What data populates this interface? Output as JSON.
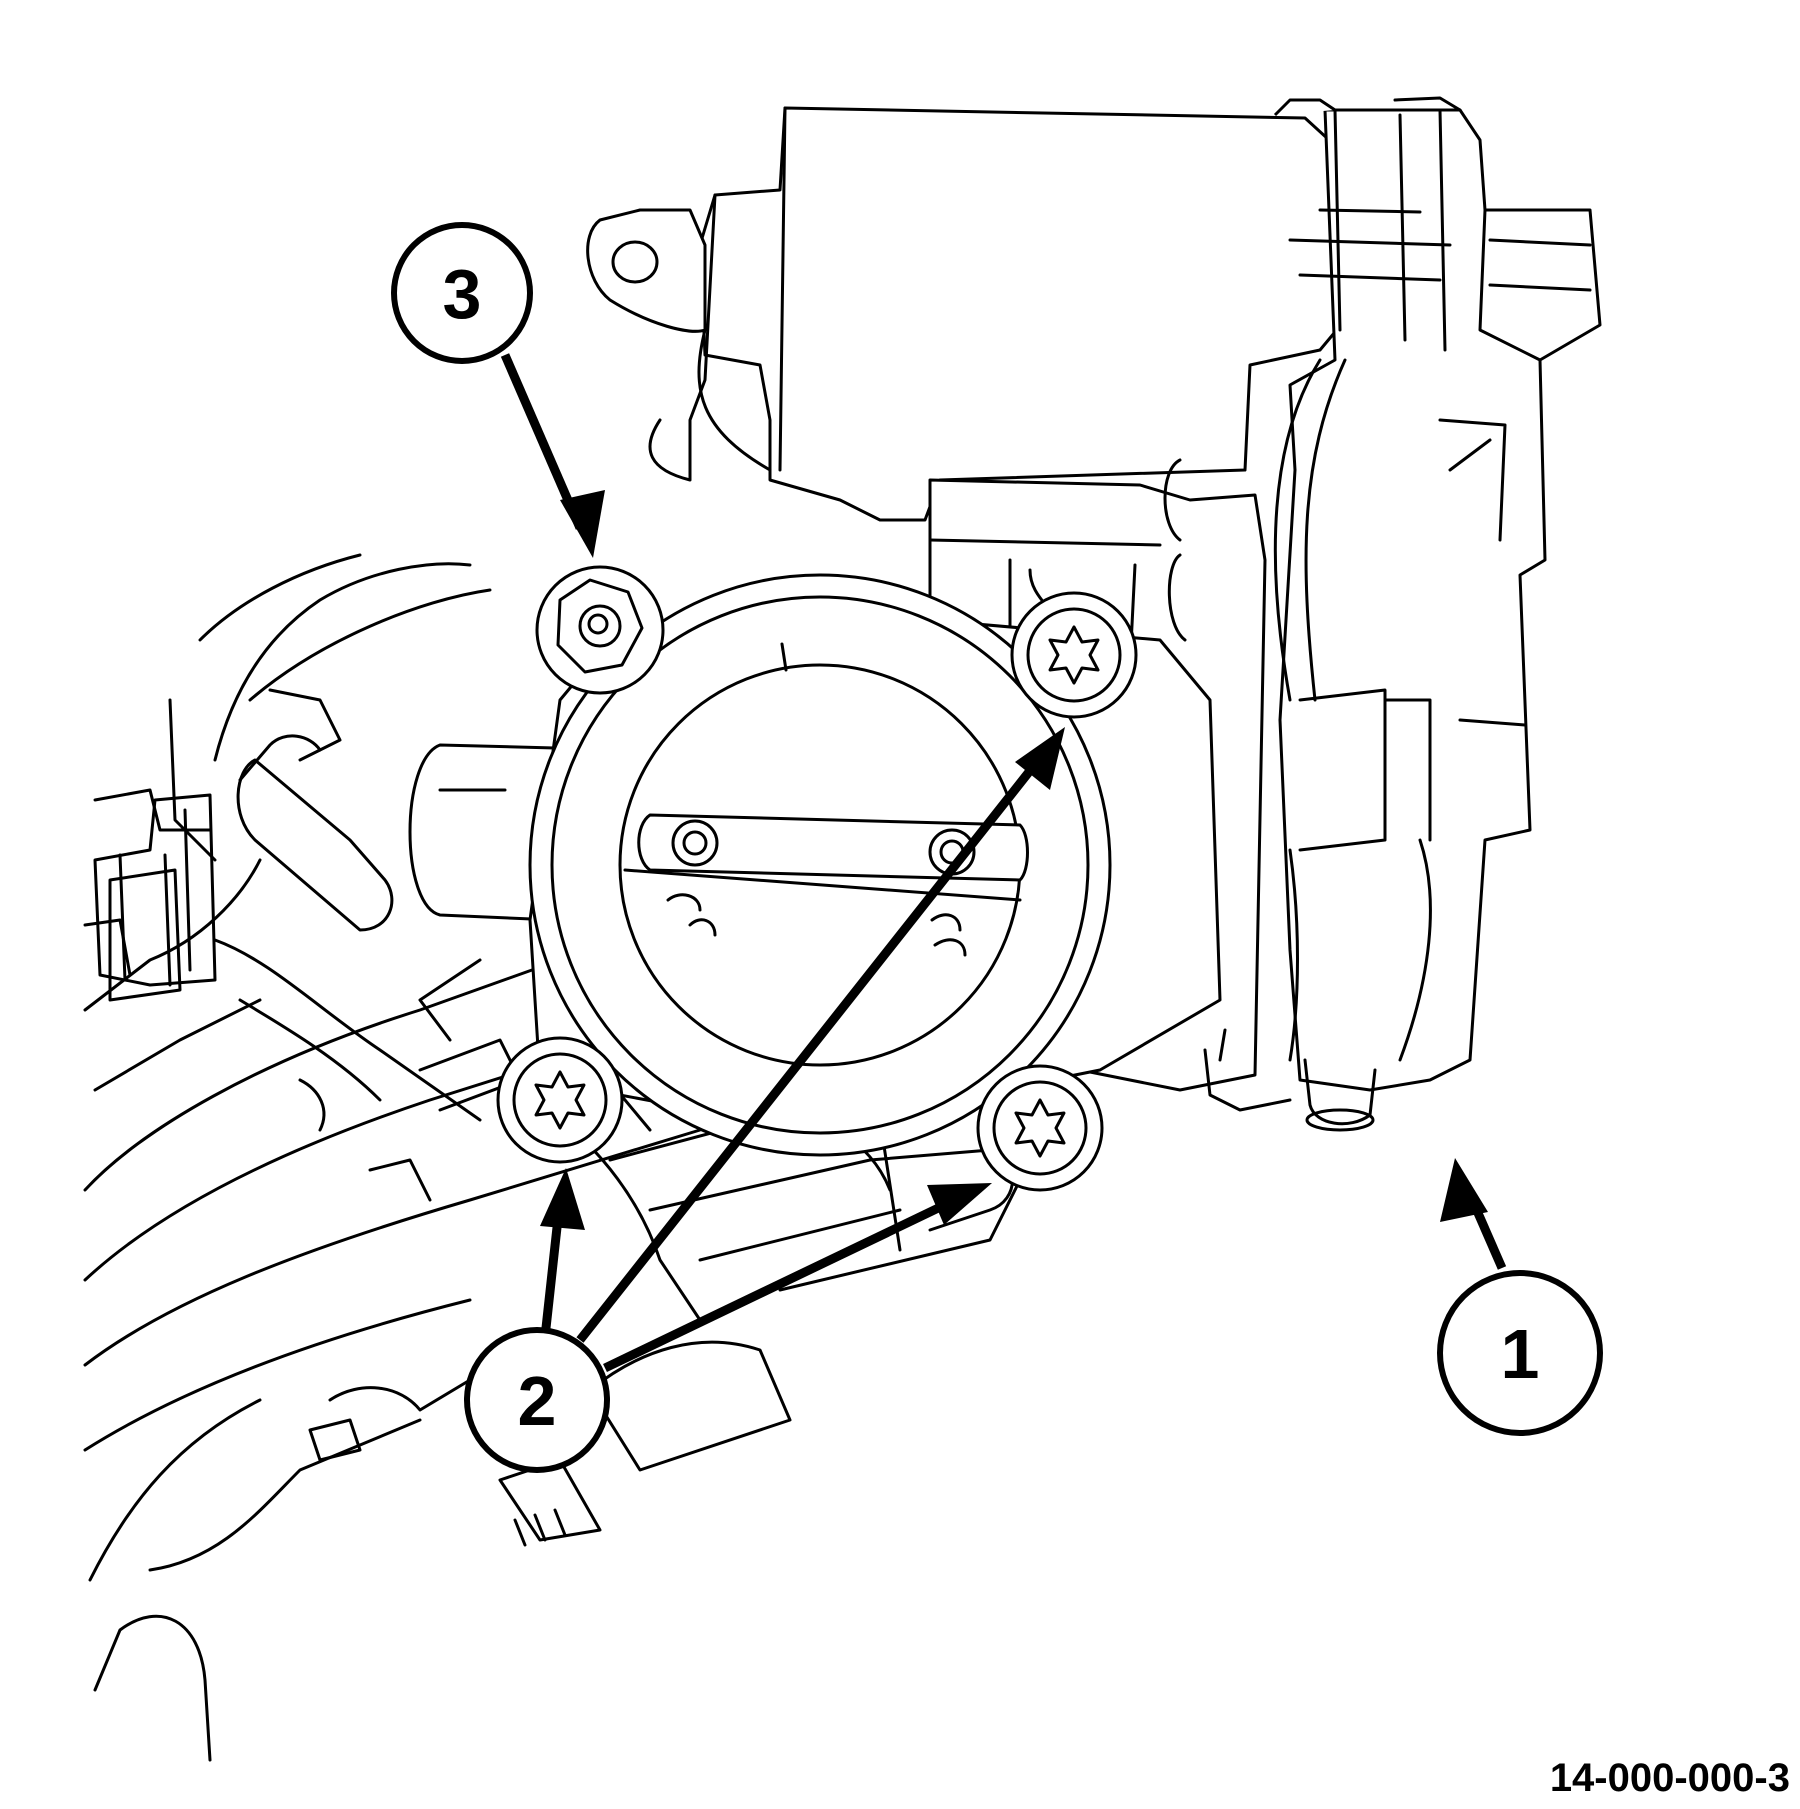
{
  "callouts": [
    {
      "id": "callout-1",
      "label": "1"
    },
    {
      "id": "callout-2",
      "label": "2"
    },
    {
      "id": "callout-3",
      "label": "3"
    }
  ],
  "figure_id": "14-000-000-3"
}
